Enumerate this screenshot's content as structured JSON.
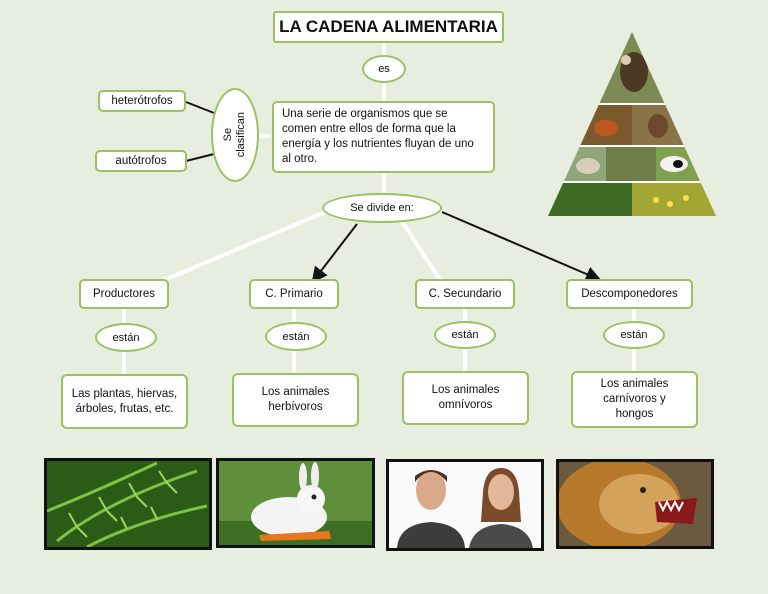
{
  "title": "LA CADENA ALIMENTARIA",
  "es": "es",
  "definition": "Una serie de organismos que se comen entre ellos de forma que la energía y los nutrientes fluyan de uno al otro.",
  "se_clasifican": [
    "Se",
    "clasifican"
  ],
  "types": [
    "heterótrofos",
    "autótrofos"
  ],
  "se_divide_en": "Se divide en:",
  "estan": "están",
  "categories": [
    {
      "label": "Productores",
      "description": "Las plantas, hiervas, árboles, frutas, etc."
    },
    {
      "label": "C. Primario",
      "description": "Los animales herbívoros"
    },
    {
      "label": "C. Secundario",
      "description": "Los animales omnívoros"
    },
    {
      "label": "Descomponedores",
      "description": "Los animales carnívoros y hongos"
    }
  ],
  "images": [
    "fern-photo",
    "rabbit-photo",
    "humans-photo",
    "lion-photo",
    "food-pyramid"
  ],
  "colors": {
    "background": "#e8eedf",
    "border": "#9cc062",
    "connector": "#ffffff",
    "arrow": "#111111"
  }
}
